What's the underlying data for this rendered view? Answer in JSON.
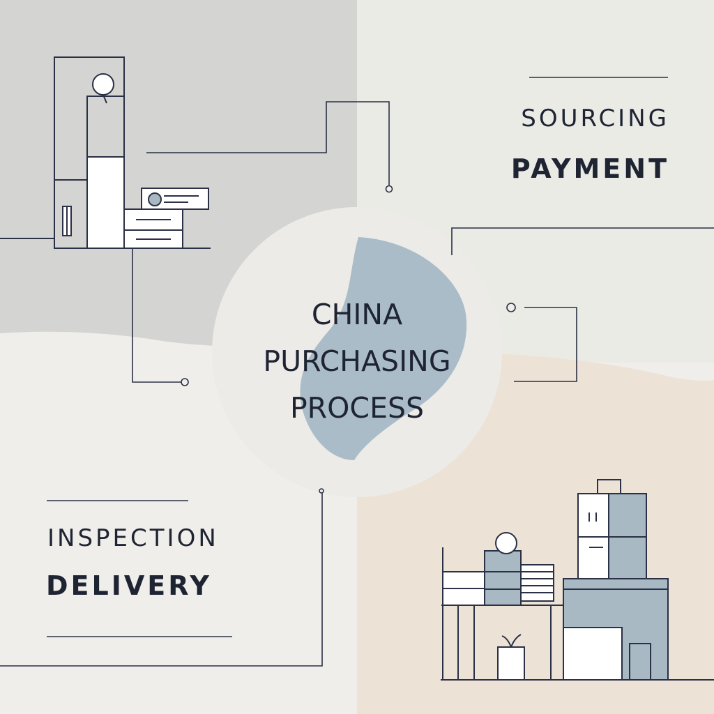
{
  "title": {
    "line1": "CHINA",
    "line2": "PURCHASING",
    "line3": "PROCESS"
  },
  "labels": {
    "sourcing": "SOURCING",
    "payment": "PAYMENT",
    "inspection": "INSPECTION",
    "delivery": "DELIVERY"
  },
  "colors": {
    "background": "#efeeea",
    "top_left_panel": "#d4d4d3",
    "top_right_panel": "#ebebe6",
    "bottom_right_panel": "#ede2d6",
    "center_circle": "#ecebe7",
    "blob": "#a9bcc8",
    "line": "#2a3045",
    "box_blue": "#a8b9c4",
    "text": "#1f2433"
  }
}
